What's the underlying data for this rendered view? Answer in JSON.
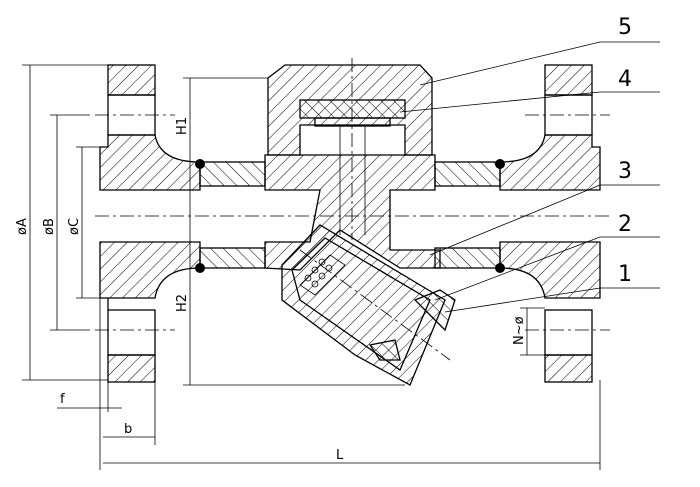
{
  "part_numbers": [
    "5",
    "4",
    "3",
    "2",
    "1"
  ],
  "dimensions": {
    "A": "øA",
    "B": "øB",
    "C": "øC",
    "H1": "H1",
    "H2": "H2",
    "N": "N~ø",
    "f": "f",
    "b": "b",
    "L": "L"
  }
}
